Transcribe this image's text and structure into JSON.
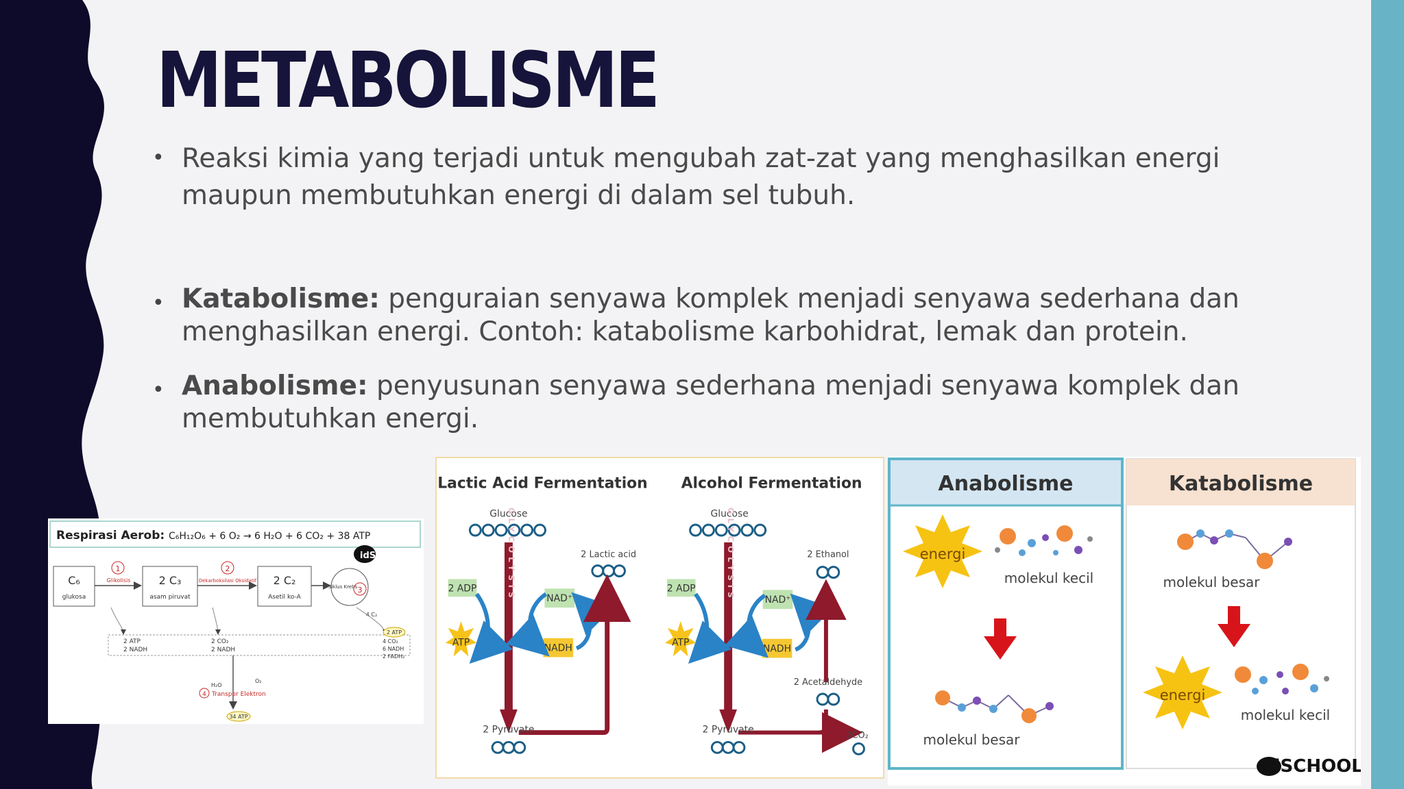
{
  "slide": {
    "title": "METABOLISME",
    "bullets": [
      {
        "bold": "",
        "text": "Reaksi kimia yang terjadi untuk mengubah zat-zat yang menghasilkan energi maupun membutuhkan energi di dalam sel tubuh."
      },
      {
        "bold": "Katabolisme:",
        "text": " penguraian senyawa komplek menjadi senyawa sederhana dan menghasilkan energi. Contoh: katabolisme karbohidrat, lemak dan protein."
      },
      {
        "bold": "Anabolisme:",
        "text": " penyusunan senyawa sederhana menjadi senyawa komplek dan membutuhkan energi."
      }
    ],
    "bullet_char": "•"
  },
  "fig_respirasi": {
    "title": "Respirasi Aerob:",
    "equation": "C₆H₁₂O₆ + 6 O₂ → 6 H₂O + 6 CO₂ + 38 ATP",
    "brand": "idSCHOOL",
    "boxes": [
      {
        "label": "C₆",
        "sub": "glukosa"
      },
      {
        "label": "2 C₃",
        "sub": "asam piruvat"
      },
      {
        "label": "2 C₂",
        "sub": "Asetil ko-A"
      },
      {
        "label": "Siklus Krebs",
        "sub": ""
      }
    ],
    "steps": [
      "Glikolisis",
      "Dekarboksilasi Oksidatif",
      "4 C₂"
    ],
    "step_numbers": [
      "1",
      "2",
      "3",
      "4"
    ],
    "yields": [
      "2 ATP",
      "2 NADH",
      "2 CO₂",
      "2 NADH",
      "2 ATP",
      "4 CO₂",
      "6 NADH",
      "2 FADH₂"
    ],
    "transport": {
      "label": "Transpor Elektron",
      "h2o": "H₂O",
      "o2": "O₂",
      "result": "34 ATP"
    }
  },
  "fig_fermentasi": {
    "lactic": {
      "title": "Lactic Acid Fermentation",
      "glucose": "Glucose",
      "glycolysis": "GLYCOLYSIS",
      "adp": "2 ADP",
      "atp": "ATP",
      "nad": "NAD⁺",
      "nadh": "NADH",
      "product": "2 Lactic acid",
      "pyruvate": "2 Pyruvate"
    },
    "alcohol": {
      "title": "Alcohol Fermentation",
      "glucose": "Glucose",
      "glycolysis": "GLYCOLYSIS",
      "adp": "2 ADP",
      "atp": "ATP",
      "nad": "NAD⁺",
      "nadh": "NADH",
      "product": "2 Ethanol",
      "acetaldehyde": "2 Acetaldehyde",
      "pyruvate": "2 Pyruvate",
      "co2": "2CO₂"
    }
  },
  "fig_ana_kata": {
    "anabolisme": {
      "header": "Anabolisme",
      "energy": "energi",
      "small": "molekul kecil",
      "big": "molekul besar"
    },
    "katabolisme": {
      "header": "Katabolisme",
      "energy": "energi",
      "small": "molekul kecil",
      "big": "molekul besar"
    },
    "brand": "idSCHOOL"
  },
  "colors": {
    "dark_band": "#0d0a2a",
    "accent_band": "#68b3c5",
    "title": "#16143a",
    "ana_header": "#d4e6f2",
    "kata_header": "#f7e1d0",
    "arrow_red": "#d8141b",
    "energy_yellow": "#f6c313"
  }
}
